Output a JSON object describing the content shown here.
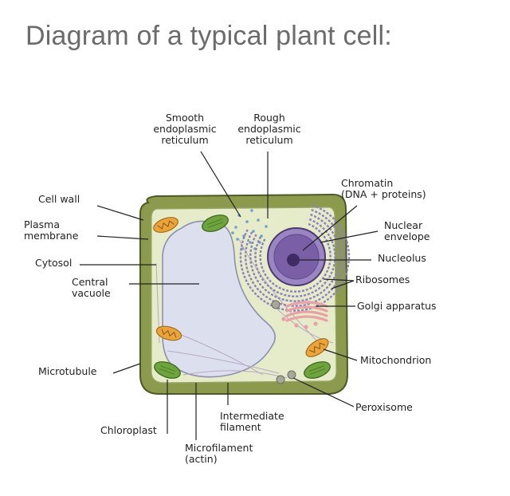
{
  "title": "Diagram of a typical plant cell:",
  "colors": {
    "wall": "#8c9a4e",
    "wall_outline": "#4e5a26",
    "cytosol": "#e6ebc9",
    "vacuole": "#dcdfee",
    "vacuole_outline": "#8d90ad",
    "nucleus": "#7b5fa6",
    "nucleus_outline": "#4c3a75",
    "nucleolus": "#3f2c63",
    "er": "#8e7fbf",
    "ribosome": "#6f9fca",
    "golgi": "#e8a2a6",
    "mito": "#e9a43c",
    "chloroplast": "#6fa33e",
    "peroxisome": "#a6a89c",
    "text": "#222222"
  },
  "labels": {
    "smooth_er": [
      "Smooth",
      "endoplasmic",
      "reticulum"
    ],
    "rough_er": [
      "Rough",
      "endoplasmic",
      "reticulum"
    ],
    "chromatin": [
      "Chromatin",
      "(DNA + proteins)"
    ],
    "cell_wall": [
      "Cell wall"
    ],
    "plasma_membrane": [
      "Plasma",
      "membrane"
    ],
    "cytosol": [
      "Cytosol"
    ],
    "central_vacuole": [
      "Central",
      "vacuole"
    ],
    "nuclear_envelope": [
      "Nuclear",
      "envelope"
    ],
    "nucleolus": [
      "Nucleolus"
    ],
    "ribosomes": [
      "Ribosomes"
    ],
    "golgi": [
      "Golgi apparatus"
    ],
    "mitochondrion": [
      "Mitochondrion"
    ],
    "microtubule": [
      "Microtubule"
    ],
    "peroxisome": [
      "Peroxisome"
    ],
    "chloroplast": [
      "Chloroplast"
    ],
    "intermediate_filament": [
      "Intermediate",
      "filament"
    ],
    "microfilament": [
      "Microfilament",
      "(actin)"
    ]
  }
}
